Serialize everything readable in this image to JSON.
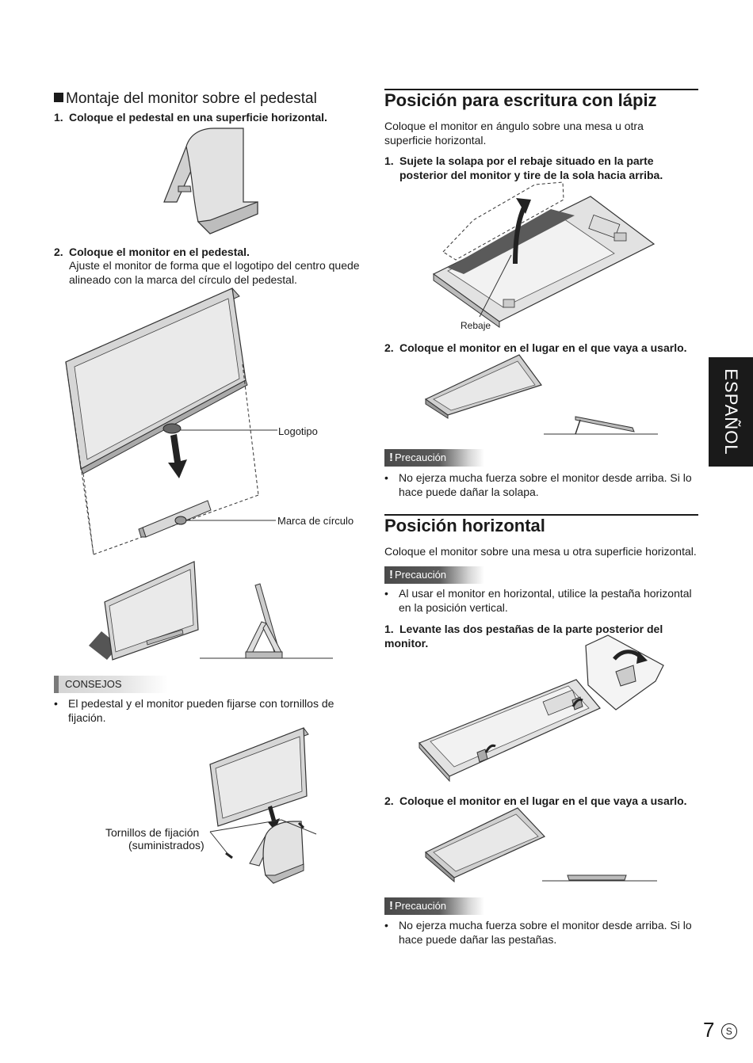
{
  "left": {
    "section_title": "Montaje del monitor sobre el pedestal",
    "step1": {
      "num": "1.",
      "text": "Coloque el pedestal en una superficie horizontal."
    },
    "step2": {
      "num": "2.",
      "text": "Coloque el monitor en el pedestal.",
      "desc": "Ajuste el monitor de forma que el logotipo del centro quede alineado con la marca del círculo del pedestal."
    },
    "label_logo": "Logotipo",
    "label_circle": "Marca de círculo",
    "tips_label": "CONSEJOS",
    "tips_text": "El pedestal y el monitor pueden fijarse con tornillos de fijación.",
    "label_screws_1": "Tornillos de fijación",
    "label_screws_2": "(suministrados)"
  },
  "right": {
    "pen": {
      "title": "Posición para escritura con lápiz",
      "intro": "Coloque el monitor en ángulo sobre una mesa u otra superficie horizontal.",
      "step1": {
        "num": "1.",
        "text": "Sujete la solapa por el rebaje situado en la parte posterior del monitor y tire de la sola hacia arriba."
      },
      "label_rebaje": "Rebaje",
      "step2": {
        "num": "2.",
        "text": "Coloque el monitor en el lugar en el que vaya a usarlo."
      },
      "caution_label": "Precaución",
      "caution_text": "No ejerza mucha fuerza sobre el monitor desde arriba. Si lo hace puede dañar la solapa."
    },
    "horizontal": {
      "title": "Posición horizontal",
      "intro": "Coloque el monitor sobre una mesa u otra superficie horizontal.",
      "caution1_label": "Precaución",
      "caution1_text": "Al usar el monitor en horizontal, utilice la pestaña horizontal en la posición vertical.",
      "step1": {
        "num": "1.",
        "text": "Levante las dos pestañas de la parte posterior del monitor."
      },
      "step2": {
        "num": "2.",
        "text": "Coloque el monitor en el lugar en el que vaya a usarlo."
      },
      "caution2_label": "Precaución",
      "caution2_text": "No ejerza mucha fuerza sobre el monitor desde arriba. Si lo hace puede dañar las pestañas."
    }
  },
  "side_tab": "ESPAÑOL",
  "page_number": "7",
  "page_suffix": "S",
  "bullet_char": "•",
  "caution_mark": "!"
}
